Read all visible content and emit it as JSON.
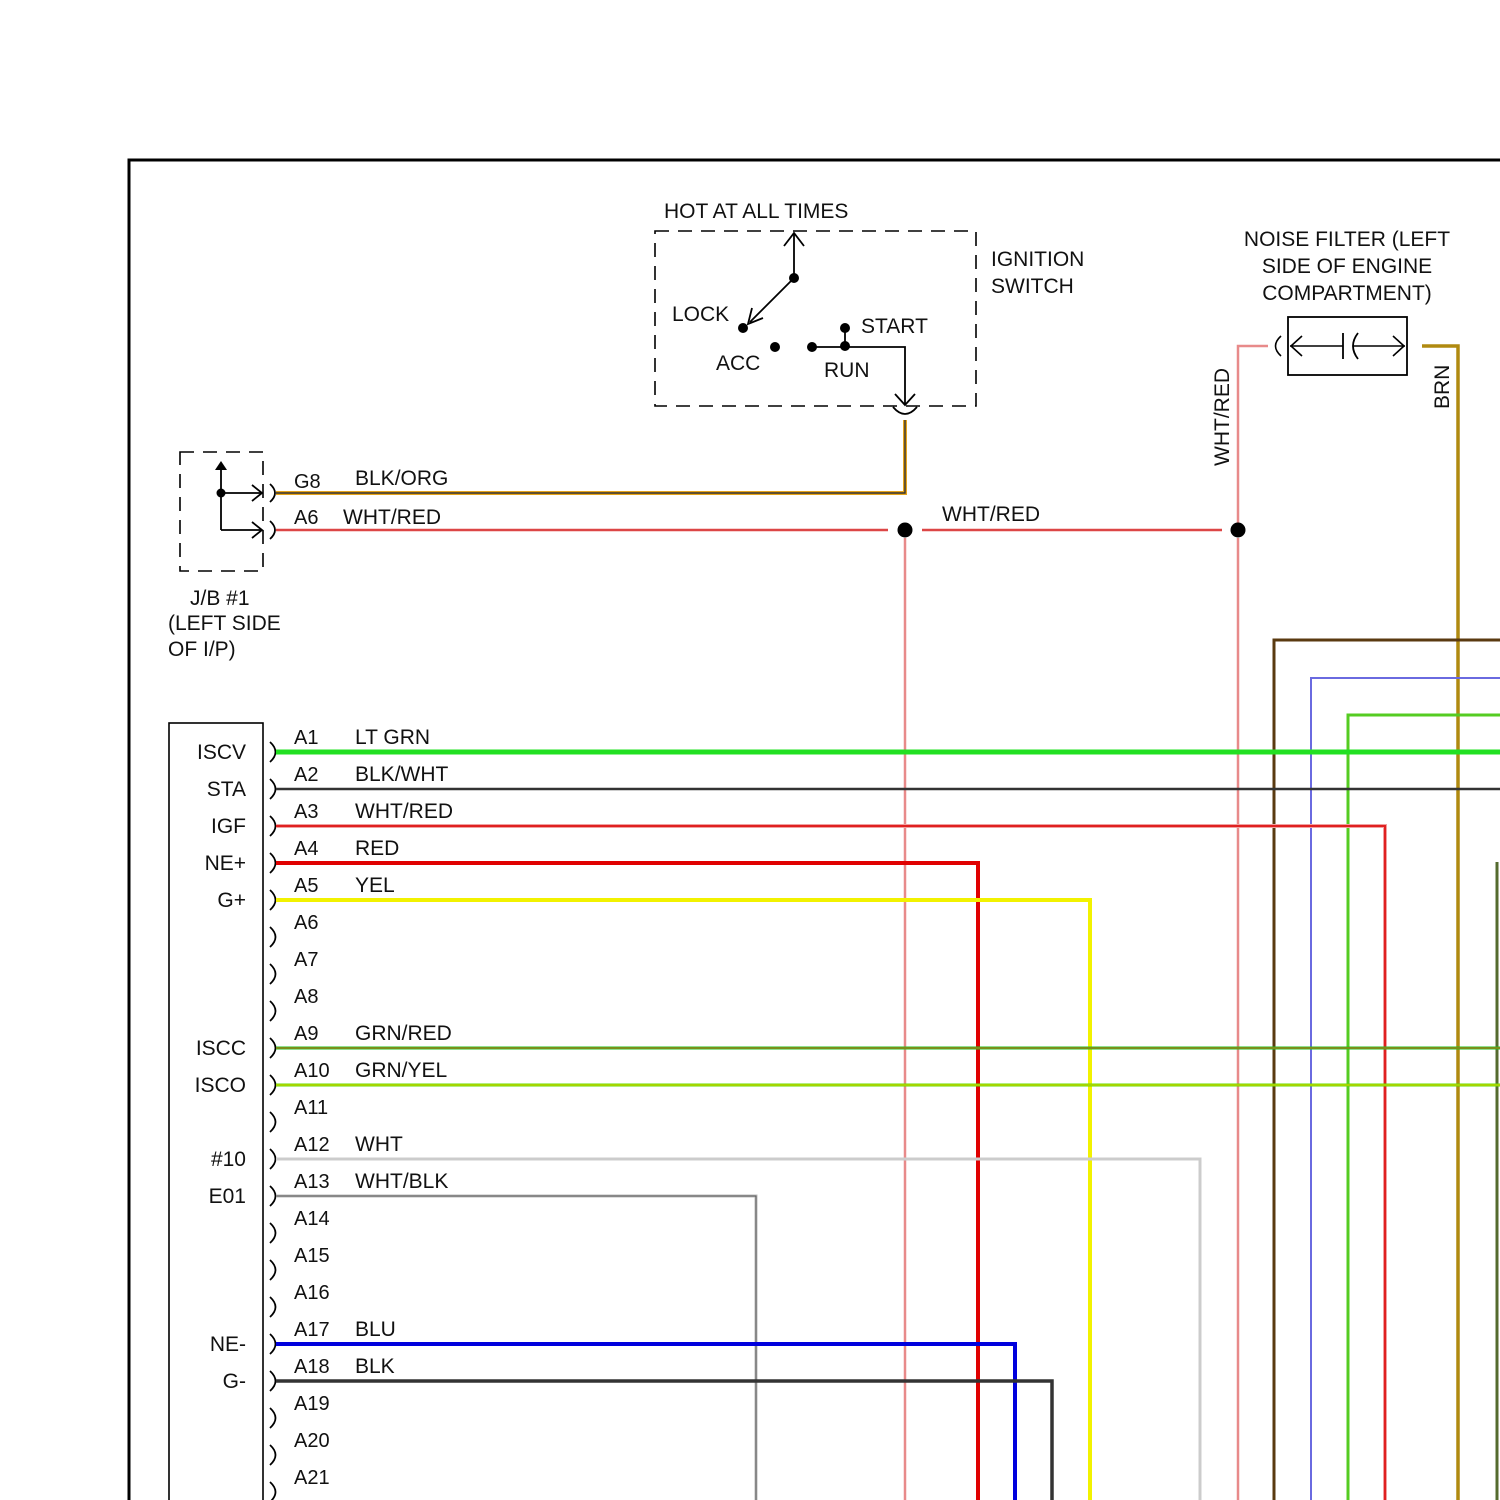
{
  "ignition_switch": {
    "hot_label": "HOT AT ALL TIMES",
    "name_line1": "IGNITION",
    "name_line2": "SWITCH",
    "positions": {
      "lock": "LOCK",
      "acc": "ACC",
      "start": "START",
      "run": "RUN"
    }
  },
  "noise_filter": {
    "line1": "NOISE FILTER (LEFT",
    "line2": "SIDE OF ENGINE",
    "line3": "COMPARTMENT)"
  },
  "junction_block": {
    "line1": "J/B #1",
    "line2": "(LEFT SIDE",
    "line3": "OF I/P)",
    "pins": [
      {
        "pin": "G8",
        "wire": "BLK/ORG"
      },
      {
        "pin": "A6",
        "wire": "WHT/RED"
      }
    ]
  },
  "splice_wire_label": "WHT/RED",
  "vertical_wire_labels": {
    "noise_filter_in": "WHT/RED",
    "noise_filter_out": "BRN"
  },
  "ecm_pins": [
    {
      "terminal": "ISCV",
      "pin": "A1",
      "wire": "LT GRN",
      "color": "#22e022"
    },
    {
      "terminal": "STA",
      "pin": "A2",
      "wire": "BLK/WHT",
      "color": "#333333"
    },
    {
      "terminal": "IGF",
      "pin": "A3",
      "wire": "WHT/RED",
      "color": "#e02020"
    },
    {
      "terminal": "NE+",
      "pin": "A4",
      "wire": "RED",
      "color": "#e00000"
    },
    {
      "terminal": "G+",
      "pin": "A5",
      "wire": "YEL",
      "color": "#f2f200"
    },
    {
      "terminal": "",
      "pin": "A6",
      "wire": "",
      "color": ""
    },
    {
      "terminal": "",
      "pin": "A7",
      "wire": "",
      "color": ""
    },
    {
      "terminal": "",
      "pin": "A8",
      "wire": "",
      "color": ""
    },
    {
      "terminal": "ISCC",
      "pin": "A9",
      "wire": "GRN/RED",
      "color": "#22c022"
    },
    {
      "terminal": "ISCO",
      "pin": "A10",
      "wire": "GRN/YEL",
      "color": "#66dd00"
    },
    {
      "terminal": "",
      "pin": "A11",
      "wire": "",
      "color": ""
    },
    {
      "terminal": "#10",
      "pin": "A12",
      "wire": "WHT",
      "color": "#cccccc"
    },
    {
      "terminal": "E01",
      "pin": "A13",
      "wire": "WHT/BLK",
      "color": "#bbbbbb"
    },
    {
      "terminal": "",
      "pin": "A14",
      "wire": "",
      "color": ""
    },
    {
      "terminal": "",
      "pin": "A15",
      "wire": "",
      "color": ""
    },
    {
      "terminal": "",
      "pin": "A16",
      "wire": "",
      "color": ""
    },
    {
      "terminal": "NE-",
      "pin": "A17",
      "wire": "BLU",
      "color": "#0000dd"
    },
    {
      "terminal": "G-",
      "pin": "A18",
      "wire": "BLK",
      "color": "#333333"
    },
    {
      "terminal": "",
      "pin": "A19",
      "wire": "",
      "color": ""
    },
    {
      "terminal": "",
      "pin": "A20",
      "wire": "",
      "color": ""
    },
    {
      "terminal": "",
      "pin": "A21",
      "wire": "",
      "color": ""
    }
  ]
}
